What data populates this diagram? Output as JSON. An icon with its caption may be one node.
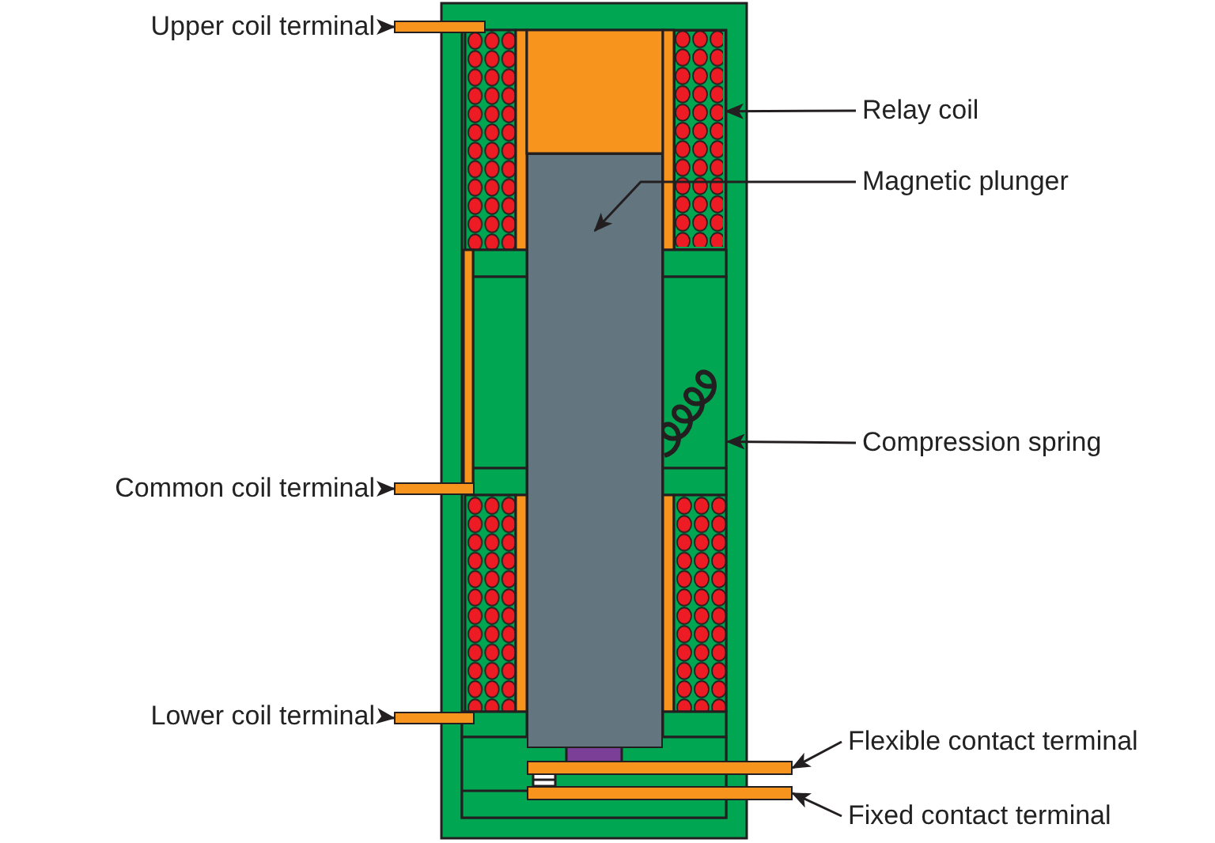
{
  "diagram": {
    "nodes": [
      {
        "text": [
          "Upper coil terminal"
        ]
      },
      {
        "text": [
          "Relay coil"
        ]
      },
      {
        "text": [
          "Magnetic plunger"
        ]
      },
      {
        "text": [
          "Compression spring"
        ]
      },
      {
        "text": [
          "Common coil terminal"
        ]
      },
      {
        "text": [
          "Lower coil terminal"
        ]
      },
      {
        "text": [
          "Flexible contact terminal"
        ]
      },
      {
        "text": [
          "Fixed contact terminal"
        ]
      },
      {
        "text": [],
        "shape": "bar"
      },
      {
        "text": [],
        "shape": "box"
      },
      {
        "text": [],
        "shape": "box"
      },
      {
        "text": [],
        "shape": "picture"
      },
      {
        "text": [],
        "shape": "bar"
      },
      {
        "text": [],
        "shape": "bar"
      },
      {
        "text": [],
        "shape": "bar"
      },
      {
        "text": [],
        "shape": "bar"
      }
    ],
    "edges": [
      {
        "from": 0,
        "to": 8,
        "arrow": "to"
      },
      {
        "from": 1,
        "to": 9,
        "arrow": "to"
      },
      {
        "from": 2,
        "to": 10,
        "arrow": "to"
      },
      {
        "from": 3,
        "to": 11,
        "arrow": "to"
      },
      {
        "from": 4,
        "to": 12,
        "arrow": "to"
      },
      {
        "from": 5,
        "to": 13,
        "arrow": "to"
      },
      {
        "from": 6,
        "to": 14,
        "arrow": "to"
      },
      {
        "from": 7,
        "to": 15,
        "arrow": "to"
      }
    ]
  }
}
